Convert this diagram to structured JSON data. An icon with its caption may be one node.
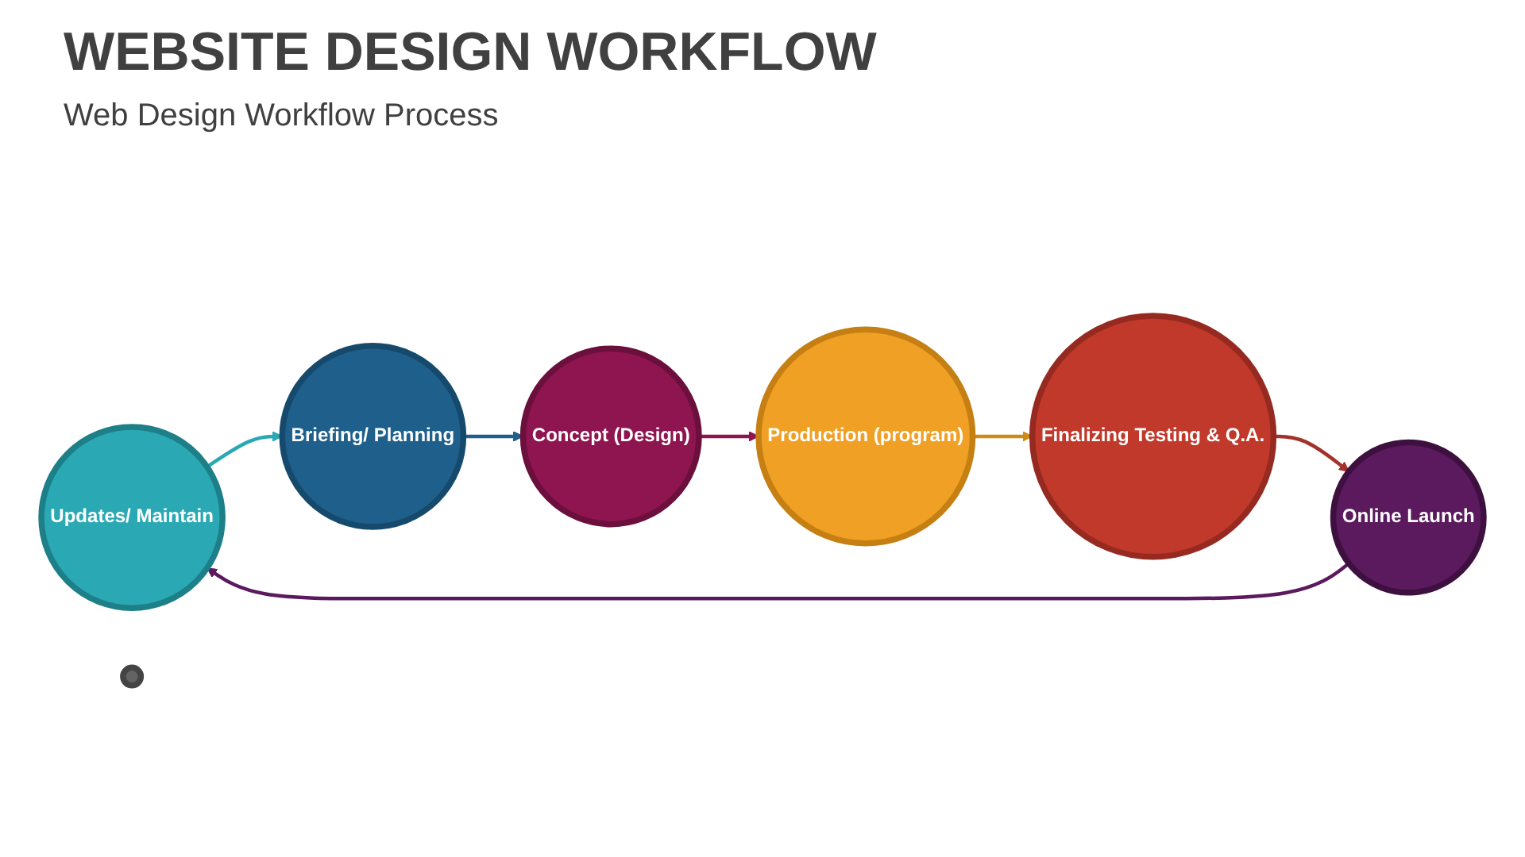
{
  "diagram": {
    "title": "WEBSITE DESIGN WORKFLOW",
    "nodes": [
      {
        "text": [
          "Updates/ Maintain"
        ]
      },
      {
        "text": [
          "Briefing/ Planning"
        ]
      },
      {
        "text": [
          "Concept (Design)"
        ]
      },
      {
        "text": [
          "Production (program)"
        ]
      },
      {
        "text": [
          "Finalizing Testing & Q.A."
        ]
      },
      {
        "text": [
          "Online Launch"
        ]
      },
      {
        "text": [],
        "shape": "circle"
      }
    ],
    "edges": [
      {
        "from": 0,
        "to": 1,
        "arrow": "to",
        "color": "#2aa9b5"
      },
      {
        "from": 1,
        "to": 2,
        "arrow": "to",
        "color": "#1f5f8b"
      },
      {
        "from": 2,
        "to": 3,
        "arrow": "to",
        "color": "#8e1550"
      },
      {
        "from": 3,
        "to": 4,
        "arrow": "to",
        "color": "#d08a17"
      },
      {
        "from": 4,
        "to": 5,
        "arrow": "to",
        "color": "#a3322a"
      },
      {
        "from": 5,
        "to": 0,
        "arrow": "to",
        "color": "#5b1a5e"
      }
    ],
    "labels": [
      "Web Design Workflow Process"
    ]
  }
}
